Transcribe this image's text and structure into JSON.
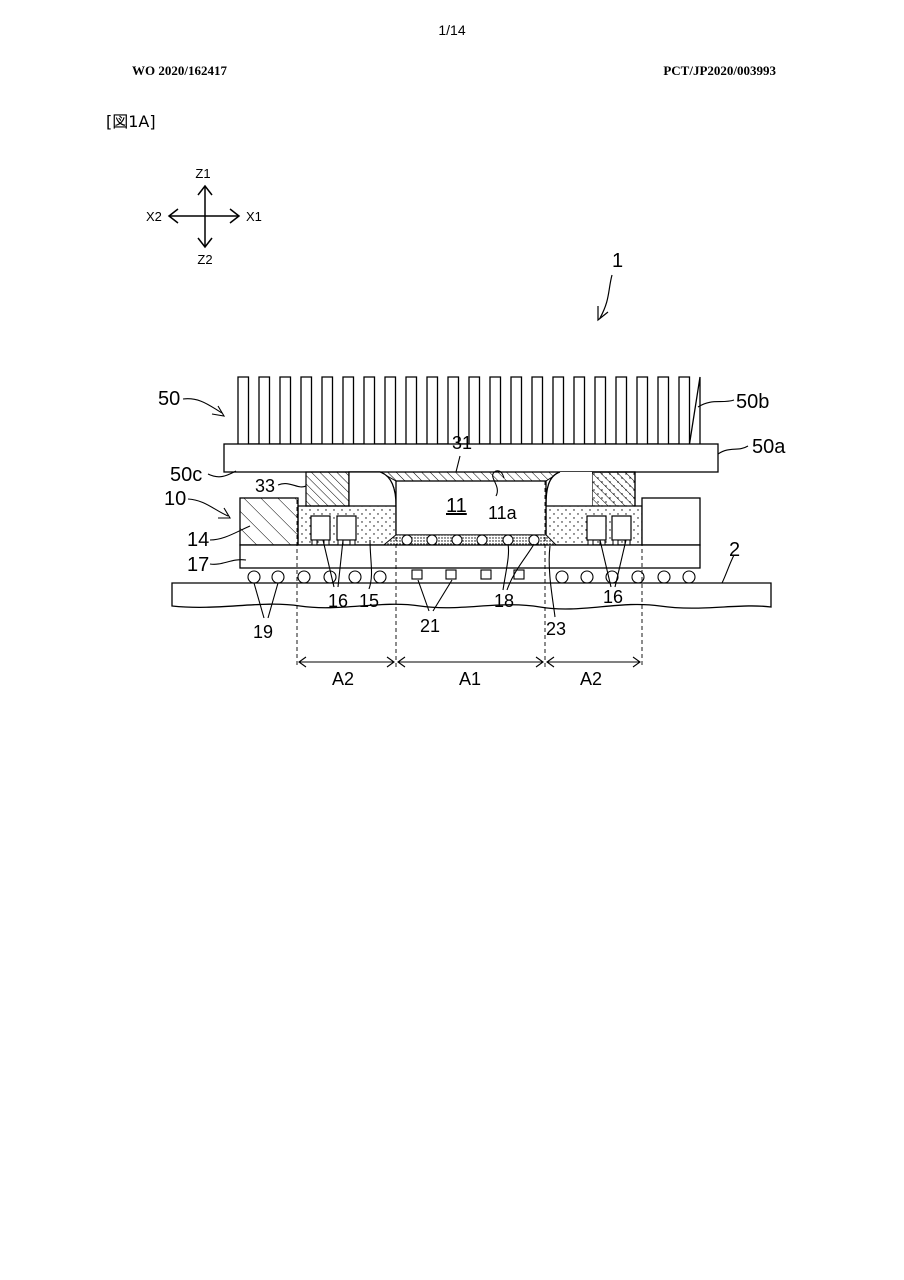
{
  "header": {
    "page_number": "1/14",
    "publication_number": "WO 2020/162417",
    "application_number": "PCT/JP2020/003993",
    "figure_label": "[図1A]"
  },
  "axes": {
    "z1": "Z1",
    "z2": "Z2",
    "x1": "X1",
    "x2": "X2"
  },
  "labels": {
    "device": "1",
    "heat_sink": "50",
    "fins": "50b",
    "base": "50a",
    "base_bottom": "50c",
    "tim": "31",
    "spacer": "33",
    "module": "10",
    "chip": "11",
    "chip_top": "11a",
    "component_14": "14",
    "substrate": "17",
    "board": "2",
    "components_left": "16",
    "components_right": "16",
    "resin": "15",
    "bumps": "18",
    "solder_balls": "19",
    "pads": "21",
    "underfill": "23",
    "region_a2_left": "A2",
    "region_a1": "A1",
    "region_a2_right": "A2"
  }
}
